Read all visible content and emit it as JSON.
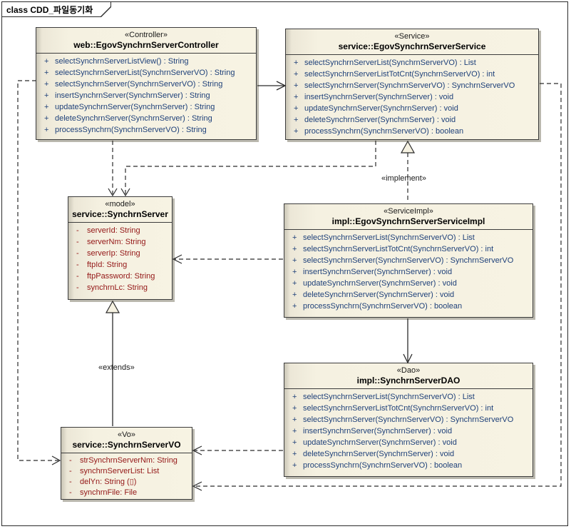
{
  "frame": {
    "title": "class CDD_파일동기화"
  },
  "colors": {
    "method_text": "#1e4079",
    "attribute_text": "#931616",
    "box_fill": "#f5f1e1",
    "box_border": "#3c3c3c",
    "shadow": "#bab8ae"
  },
  "classes": [
    {
      "id": "controller",
      "stereotype": "«Controller»",
      "name": "web::EgovSynchrnServerController",
      "members": [
        {
          "sign": "+",
          "kind": "method",
          "text": "selectSynchrnServerListView() : String"
        },
        {
          "sign": "+",
          "kind": "method",
          "text": "selectSynchrnServerList(SynchrnServerVO) : String"
        },
        {
          "sign": "+",
          "kind": "method",
          "text": "selectSynchrnServer(SynchrnServerVO) : String"
        },
        {
          "sign": "+",
          "kind": "method",
          "text": "insertSynchrnServer(SynchrnServer) : String"
        },
        {
          "sign": "+",
          "kind": "method",
          "text": "updateSynchrnServer(SynchrnServer) : String"
        },
        {
          "sign": "+",
          "kind": "method",
          "text": "deleteSynchrnServer(SynchrnServer) : String"
        },
        {
          "sign": "+",
          "kind": "method",
          "text": "processSynchrn(SynchrnServerVO) : String"
        }
      ]
    },
    {
      "id": "service",
      "stereotype": "«Service»",
      "name": "service::EgovSynchrnServerService",
      "members": [
        {
          "sign": "+",
          "kind": "method",
          "text": "selectSynchrnServerList(SynchrnServerVO) : List"
        },
        {
          "sign": "+",
          "kind": "method",
          "text": "selectSynchrnServerListTotCnt(SynchrnServerVO) : int"
        },
        {
          "sign": "+",
          "kind": "method",
          "text": "selectSynchrnServer(SynchrnServerVO) : SynchrnServerVO"
        },
        {
          "sign": "+",
          "kind": "method",
          "text": "insertSynchrnServer(SynchrnServer) : void"
        },
        {
          "sign": "+",
          "kind": "method",
          "text": "updateSynchrnServer(SynchrnServer) : void"
        },
        {
          "sign": "+",
          "kind": "method",
          "text": "deleteSynchrnServer(SynchrnServer) : void"
        },
        {
          "sign": "+",
          "kind": "method",
          "text": "processSynchrn(SynchrnServerVO) : boolean"
        }
      ]
    },
    {
      "id": "model",
      "stereotype": "«model»",
      "name": "service::SynchrnServer",
      "members": [
        {
          "sign": "-",
          "kind": "attribute",
          "text": "serverId: String"
        },
        {
          "sign": "-",
          "kind": "attribute",
          "text": "serverNm: String"
        },
        {
          "sign": "-",
          "kind": "attribute",
          "text": "serverIp: String"
        },
        {
          "sign": "-",
          "kind": "attribute",
          "text": "ftpId: String"
        },
        {
          "sign": "-",
          "kind": "attribute",
          "text": "ftpPassword: String"
        },
        {
          "sign": "-",
          "kind": "attribute",
          "text": "synchrnLc: String"
        }
      ]
    },
    {
      "id": "serviceimpl",
      "stereotype": "«ServiceImpl»",
      "name": "impl::EgovSynchrnServerServiceImpl",
      "members": [
        {
          "sign": "+",
          "kind": "method",
          "text": "selectSynchrnServerList(SynchrnServerVO) : List"
        },
        {
          "sign": "+",
          "kind": "method",
          "text": "selectSynchrnServerListTotCnt(SynchrnServerVO) : int"
        },
        {
          "sign": "+",
          "kind": "method",
          "text": "selectSynchrnServer(SynchrnServerVO) : SynchrnServerVO"
        },
        {
          "sign": "+",
          "kind": "method",
          "text": "insertSynchrnServer(SynchrnServer) : void"
        },
        {
          "sign": "+",
          "kind": "method",
          "text": "updateSynchrnServer(SynchrnServer) : void"
        },
        {
          "sign": "+",
          "kind": "method",
          "text": "deleteSynchrnServer(SynchrnServer) : void"
        },
        {
          "sign": "+",
          "kind": "method",
          "text": "processSynchrn(SynchrnServerVO) : boolean"
        }
      ]
    },
    {
      "id": "dao",
      "stereotype": "«Dao»",
      "name": "impl::SynchrnServerDAO",
      "members": [
        {
          "sign": "+",
          "kind": "method",
          "text": "selectSynchrnServerList(SynchrnServerVO) : List"
        },
        {
          "sign": "+",
          "kind": "method",
          "text": "selectSynchrnServerListTotCnt(SynchrnServerVO) : int"
        },
        {
          "sign": "+",
          "kind": "method",
          "text": "selectSynchrnServer(SynchrnServerVO) : SynchrnServerVO"
        },
        {
          "sign": "+",
          "kind": "method",
          "text": "insertSynchrnServer(SynchrnServer) : void"
        },
        {
          "sign": "+",
          "kind": "method",
          "text": "updateSynchrnServer(SynchrnServer) : void"
        },
        {
          "sign": "+",
          "kind": "method",
          "text": "deleteSynchrnServer(SynchrnServer) : void"
        },
        {
          "sign": "+",
          "kind": "method",
          "text": "processSynchrn(SynchrnServerVO) : boolean"
        }
      ]
    },
    {
      "id": "vo",
      "stereotype": "«Vo»",
      "name": "service::SynchrnServerVO",
      "members": [
        {
          "sign": "-",
          "kind": "attribute",
          "text": "strSynchrnServerNm: String"
        },
        {
          "sign": "-",
          "kind": "attribute",
          "text": "synchrnServerList: List"
        },
        {
          "sign": "-",
          "kind": "attribute",
          "text": "delYn: String (▯)"
        },
        {
          "sign": "-",
          "kind": "attribute",
          "text": "synchrnFile: File"
        }
      ]
    }
  ],
  "edge_labels": {
    "implement": "«implement»",
    "extends": "«extends»"
  }
}
